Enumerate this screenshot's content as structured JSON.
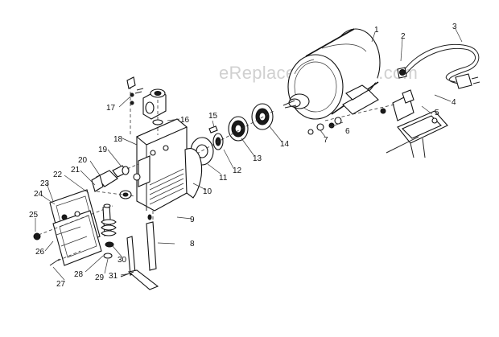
{
  "watermark": "eReplacementParts.com",
  "callouts": [
    "1",
    "2",
    "3",
    "4",
    "5",
    "6",
    "7",
    "8",
    "9",
    "10",
    "11",
    "12",
    "13",
    "14",
    "15",
    "16",
    "17",
    "18",
    "19",
    "20",
    "21",
    "22",
    "23",
    "24",
    "25",
    "26",
    "27",
    "28",
    "29",
    "30",
    "31"
  ]
}
